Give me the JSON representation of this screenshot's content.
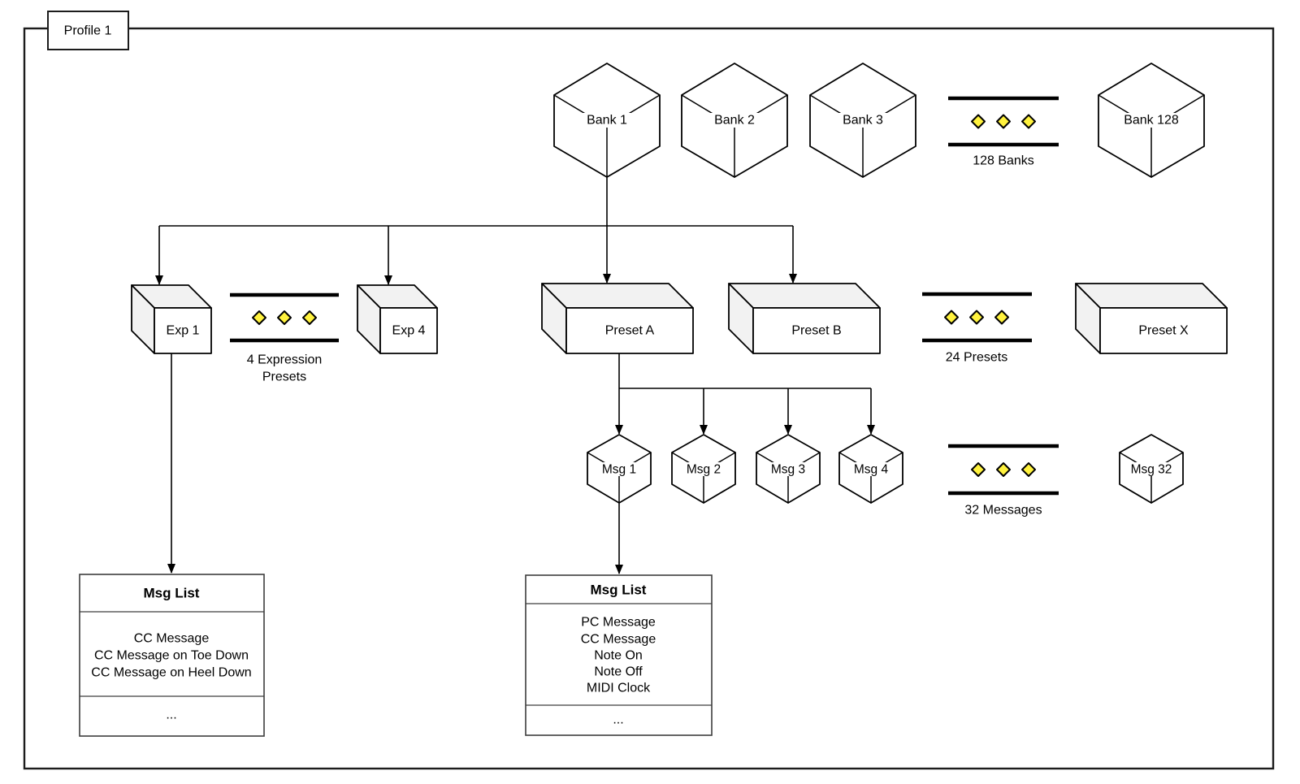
{
  "profile": {
    "label": "Profile 1"
  },
  "banks": {
    "bank1": "Bank 1",
    "bank2": "Bank 2",
    "bank3": "Bank 3",
    "bank128": "Bank 128",
    "ellipsis_label": "128 Banks"
  },
  "expression_presets": {
    "exp1": "Exp 1",
    "exp4": "Exp 4",
    "ellipsis_label_line1": "4 Expression",
    "ellipsis_label_line2": "Presets"
  },
  "presets": {
    "presetA": "Preset A",
    "presetB": "Preset B",
    "presetX": "Preset X",
    "ellipsis_label": "24 Presets"
  },
  "messages": {
    "msg1": "Msg 1",
    "msg2": "Msg 2",
    "msg3": "Msg 3",
    "msg4": "Msg 4",
    "msg32": "Msg 32",
    "ellipsis_label": "32 Messages"
  },
  "exp_msg_list": {
    "title": "Msg List",
    "rows": [
      "CC Message",
      "CC Message on Toe Down",
      "CC Message on Heel Down"
    ],
    "more": "..."
  },
  "preset_msg_list": {
    "title": "Msg List",
    "rows": [
      "PC Message",
      "CC Message",
      "Note On",
      "Note Off",
      "MIDI Clock"
    ],
    "more": "..."
  },
  "colors": {
    "stroke": "#000000",
    "face_shade": "#F2F2F2",
    "diamond_fill": "#FFF23E",
    "background": "#FFFFFF"
  }
}
